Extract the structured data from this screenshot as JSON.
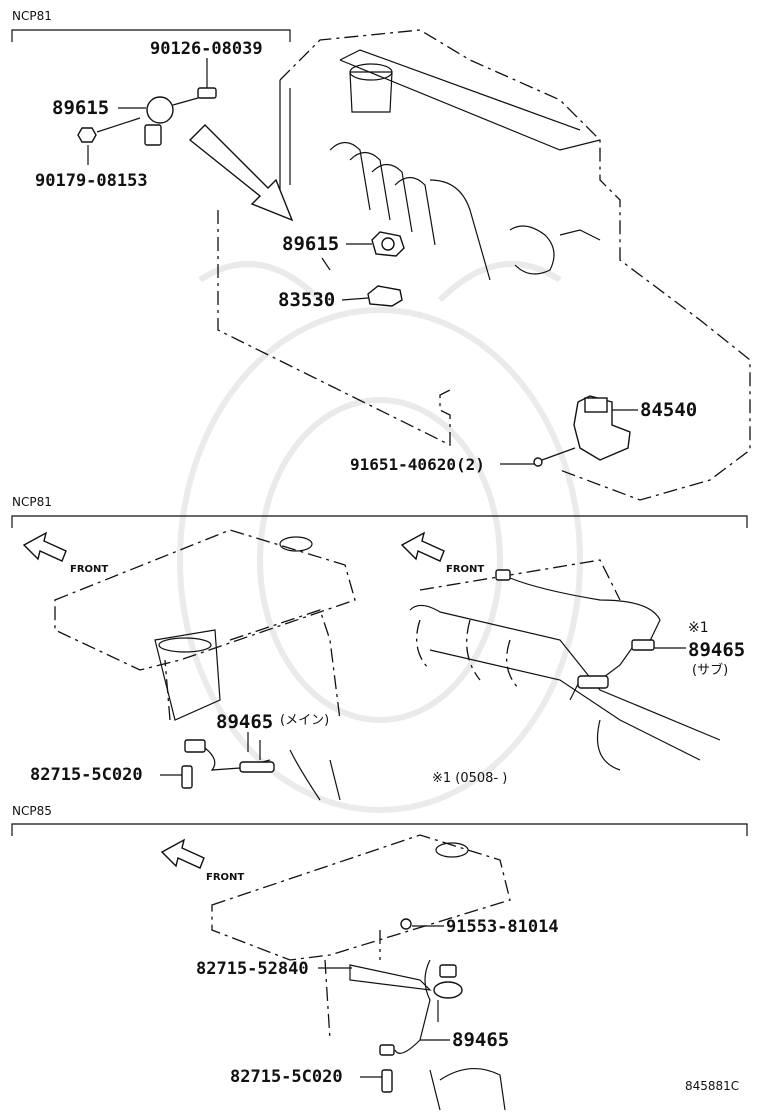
{
  "sections": [
    {
      "name": "NCP81"
    },
    {
      "name": "NCP81"
    },
    {
      "name": "NCP85"
    }
  ],
  "labels": {
    "p90126": "90126-08039",
    "p89615a": "89615",
    "p90179": "90179-08153",
    "p89615b": "89615",
    "p83530": "83530",
    "p84540": "84540",
    "p91651": "91651-40620(2)",
    "p89465_main": "89465",
    "main_note": "(メイン)",
    "p82715_a": "82715-5C020",
    "note_mark": "※1",
    "p89465_sub": "89465",
    "sub_note": "(サブ)",
    "footnote": "※1 (0508-     )",
    "p91553": "91553-81014",
    "p82715_52840": "82715-52840",
    "p89465_c": "89465",
    "p82715_b": "82715-5C020",
    "front1": "FRONT",
    "front2": "FRONT",
    "front3": "FRONT",
    "diagram_id": "845881C"
  }
}
